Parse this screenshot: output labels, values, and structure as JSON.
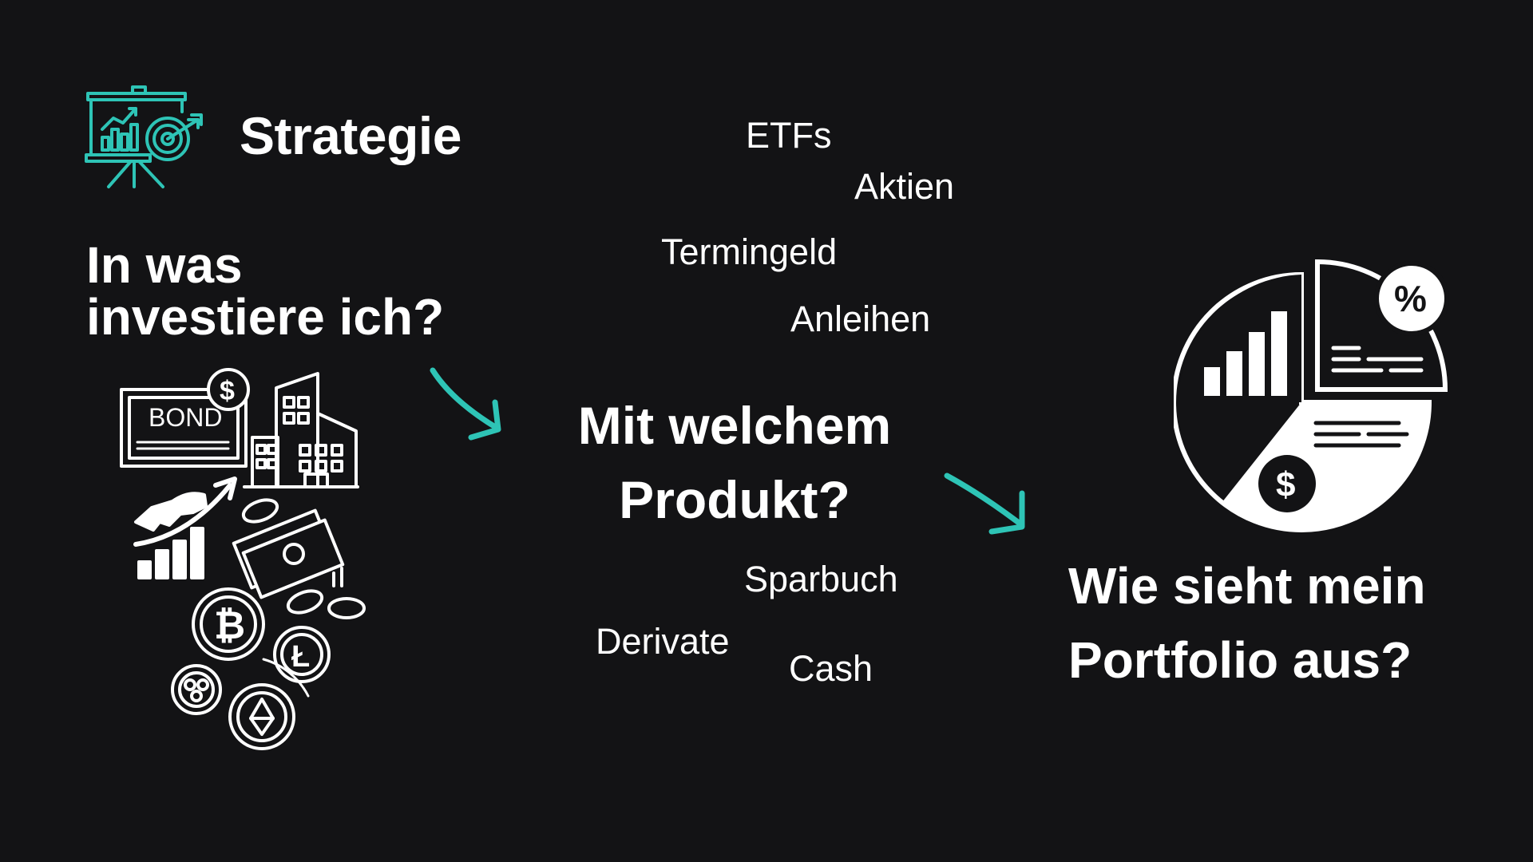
{
  "header": {
    "title": "Strategie",
    "icon": "presentation-target-icon",
    "accent_color": "#2ec4b6"
  },
  "questions": {
    "q1_line1": "In was",
    "q1_line2": "investiere ich?",
    "q2_line1": "Mit welchem",
    "q2_line2": "Produkt?",
    "q3_line1": "Wie sieht mein",
    "q3_line2": "Portfolio aus?"
  },
  "products": {
    "etfs": "ETFs",
    "aktien": "Aktien",
    "termingeld": "Termingeld",
    "anleihen": "Anleihen",
    "sparbuch": "Sparbuch",
    "derivate": "Derivate",
    "cash": "Cash"
  },
  "illustrations": {
    "bond_label": "BOND",
    "assets_icon": "investment-assets-icon",
    "portfolio_icon": "portfolio-pie-chart-icon",
    "arrow_icon": "arrow-down-right-icon"
  }
}
